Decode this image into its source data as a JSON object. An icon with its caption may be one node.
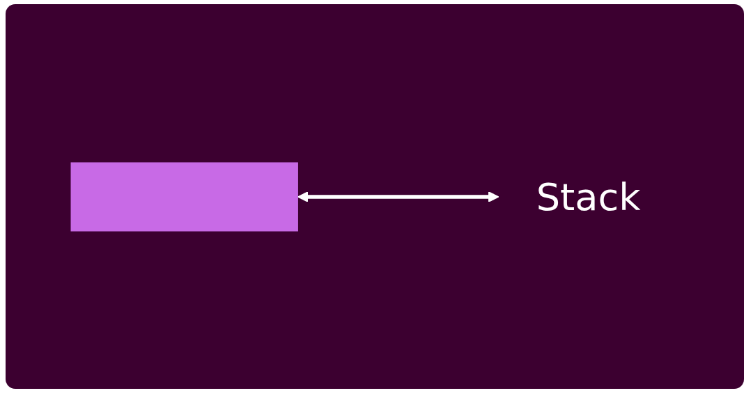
{
  "diagram": {
    "nodes": [
      {
        "text": [],
        "shape": "box"
      },
      {
        "text": [
          "Stack"
        ]
      }
    ],
    "edges": [
      {
        "from": 0,
        "to": 1,
        "arrow": "both"
      }
    ]
  }
}
